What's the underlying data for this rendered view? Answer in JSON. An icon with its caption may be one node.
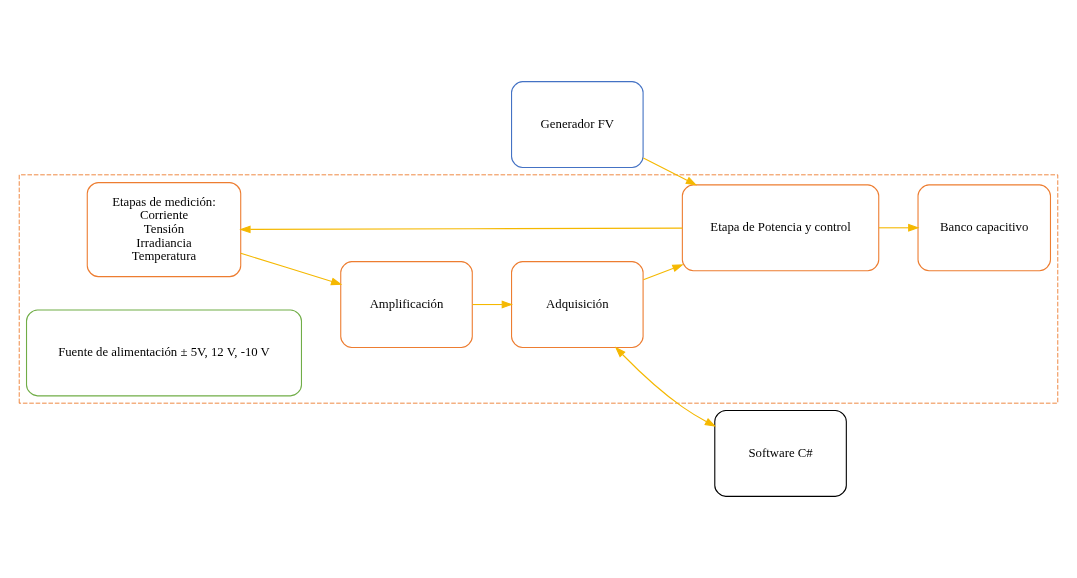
{
  "diagram": {
    "nodes": [
      {
        "text": [],
        "shape": "box"
      },
      {
        "text": [
          "Etapas de medición:",
          "Corriente",
          "Tensión",
          "Irradiancia",
          "Temperatura"
        ],
        "in": 0
      },
      {
        "text": [
          "Amplificación"
        ],
        "in": 0
      },
      {
        "text": [
          "Generador FV"
        ]
      },
      {
        "text": [
          "Etapa de Potencia y control"
        ],
        "in": 0
      },
      {
        "text": [
          "Adquisición"
        ],
        "in": 0
      },
      {
        "text": [
          "Software C#"
        ]
      },
      {
        "text": [
          "Banco capacitivo"
        ],
        "in": 0
      },
      {
        "text": [
          "Fuente de alimentación ± 5V, 12 V, -10 V"
        ],
        "in": 0
      }
    ],
    "edges": [
      {
        "from": 3,
        "to": 4,
        "arrow": "to"
      },
      {
        "from": 4,
        "to": 1,
        "arrow": "to"
      },
      {
        "from": 1,
        "to": 2,
        "arrow": "to"
      },
      {
        "from": 2,
        "to": 5,
        "arrow": "to"
      },
      {
        "from": 5,
        "to": 4,
        "arrow": "to"
      },
      {
        "from": 5,
        "to": 6,
        "arrow": "both"
      },
      {
        "from": 4,
        "to": 7,
        "arrow": "to"
      }
    ]
  }
}
